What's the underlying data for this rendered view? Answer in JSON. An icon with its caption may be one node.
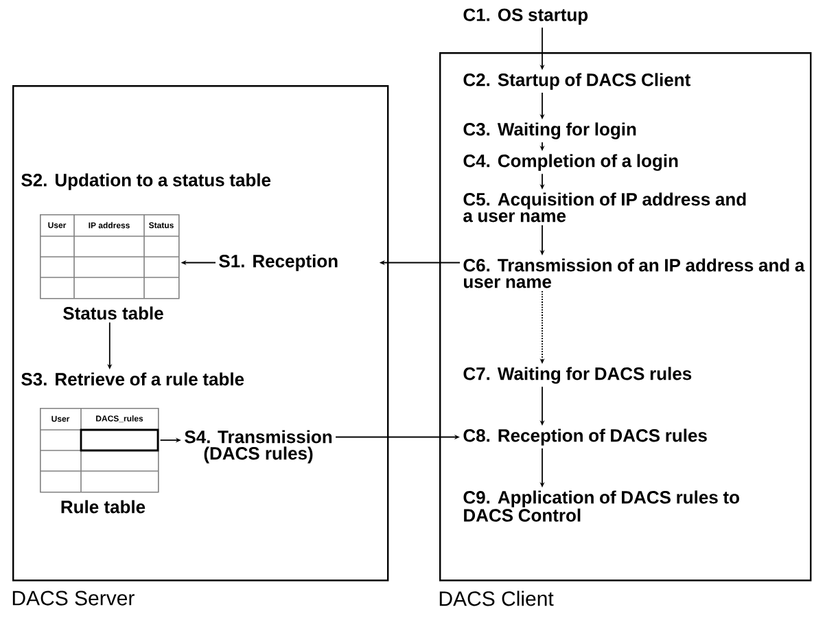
{
  "diagram": {
    "nodes": [
      {
        "text": [
          "DACS Server"
        ]
      },
      {
        "text": [
          "DACS Client"
        ]
      },
      {
        "text": [
          "S2. Updation to a status table"
        ],
        "in": 0
      },
      {
        "text": [
          "User",
          "IP address",
          "Status"
        ],
        "beside": [
          "Status table"
        ],
        "in": 0
      },
      {
        "text": [
          "S1. Reception"
        ],
        "in": 0
      },
      {
        "text": [
          "S3. Retrieve of a rule table"
        ],
        "in": 0
      },
      {
        "text": [
          "User",
          "DACS_rules"
        ],
        "beside": [
          "Rule table"
        ],
        "in": 0
      },
      {
        "text": [
          "S4. Transmission",
          "(DACS rules)"
        ],
        "in": 0
      },
      {
        "text": [
          "C1. OS startup"
        ]
      },
      {
        "text": [
          "C2. Startup of DACS Client"
        ],
        "in": 1
      },
      {
        "text": [
          "C3. Waiting for login"
        ],
        "in": 1
      },
      {
        "text": [
          "C4. Completion of a login"
        ],
        "in": 1
      },
      {
        "text": [
          "C5. Acquisition of IP address and a user name"
        ],
        "in": 1
      },
      {
        "text": [
          "C6. Transmission of an IP address and a user name"
        ],
        "in": 1
      },
      {
        "text": [
          "C7. Waiting for DACS rules"
        ],
        "in": 1
      },
      {
        "text": [
          "C8. Reception of DACS rules"
        ],
        "in": 1
      },
      {
        "text": [
          "C9. Application of DACS rules to DACS Control"
        ],
        "in": 1
      }
    ],
    "edges": [
      {
        "from": 8,
        "to": 9,
        "arrow": "to"
      },
      {
        "from": 9,
        "to": 10,
        "arrow": "to"
      },
      {
        "from": 10,
        "to": 11,
        "arrow": "to"
      },
      {
        "from": 11,
        "to": 12,
        "arrow": "to"
      },
      {
        "from": 12,
        "to": 13,
        "arrow": "to"
      },
      {
        "from": 13,
        "to": 14,
        "arrow": "to",
        "style": "dashed"
      },
      {
        "from": 14,
        "to": 15,
        "arrow": "to"
      },
      {
        "from": 15,
        "to": 16,
        "arrow": "to"
      },
      {
        "from": 13,
        "to": 4,
        "arrow": "to"
      },
      {
        "from": 4,
        "to": 3,
        "arrow": "to"
      },
      {
        "from": 3,
        "to": 5,
        "arrow": "to"
      },
      {
        "from": 6,
        "to": 7,
        "arrow": "to"
      },
      {
        "from": 7,
        "to": 15,
        "arrow": "to"
      }
    ]
  }
}
